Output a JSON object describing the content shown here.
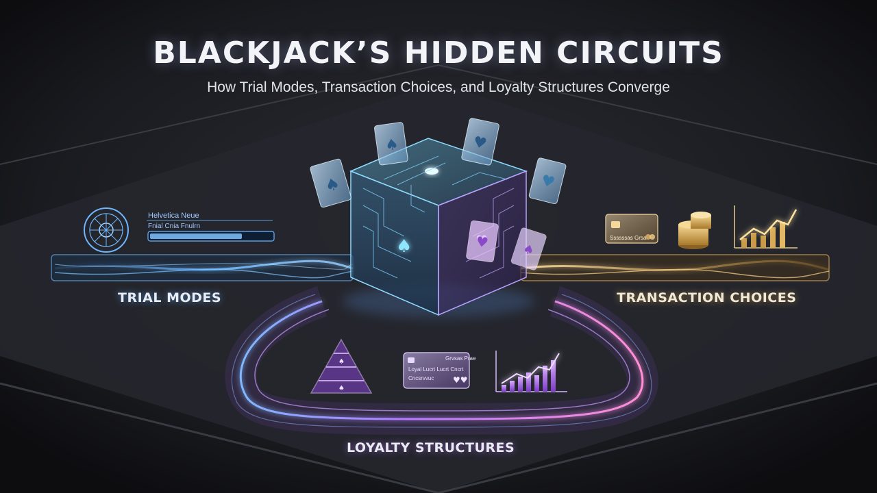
{
  "header": {
    "title": "BLACKJACK’S HIDDEN CIRCUITS",
    "subtitle": "How Trial Modes, Transaction Choices, and Loyalty Structures Converge"
  },
  "sections": {
    "trial": {
      "label": "TRIAL MODES",
      "panel_font_text": "Helvetica Neue",
      "panel_sub_text": "Fnial Cnia Fnulrn",
      "progress": 0.75
    },
    "transaction": {
      "label": "TRANSACTION CHOICES",
      "card_text": "Ssssssas Grsa"
    },
    "loyalty": {
      "label": "LOYALTY STRUCTURES",
      "card_top_text": "Grvsas Prae",
      "card_line1": "Loyal Lucrt Lucrt Cncrt",
      "card_line2": "Cncsrvvuc"
    }
  },
  "icons": [
    "roulette-icon",
    "credit-card-icon",
    "chip-stack-icon",
    "growth-chart-icon",
    "tier-pyramid-icon",
    "spade-icon",
    "heart-icon"
  ],
  "colors": {
    "background": "#17181c",
    "trial_accent": "#4aa3ff",
    "transaction_accent": "#e8b75a",
    "loyalty_accent": "#b46cff"
  }
}
